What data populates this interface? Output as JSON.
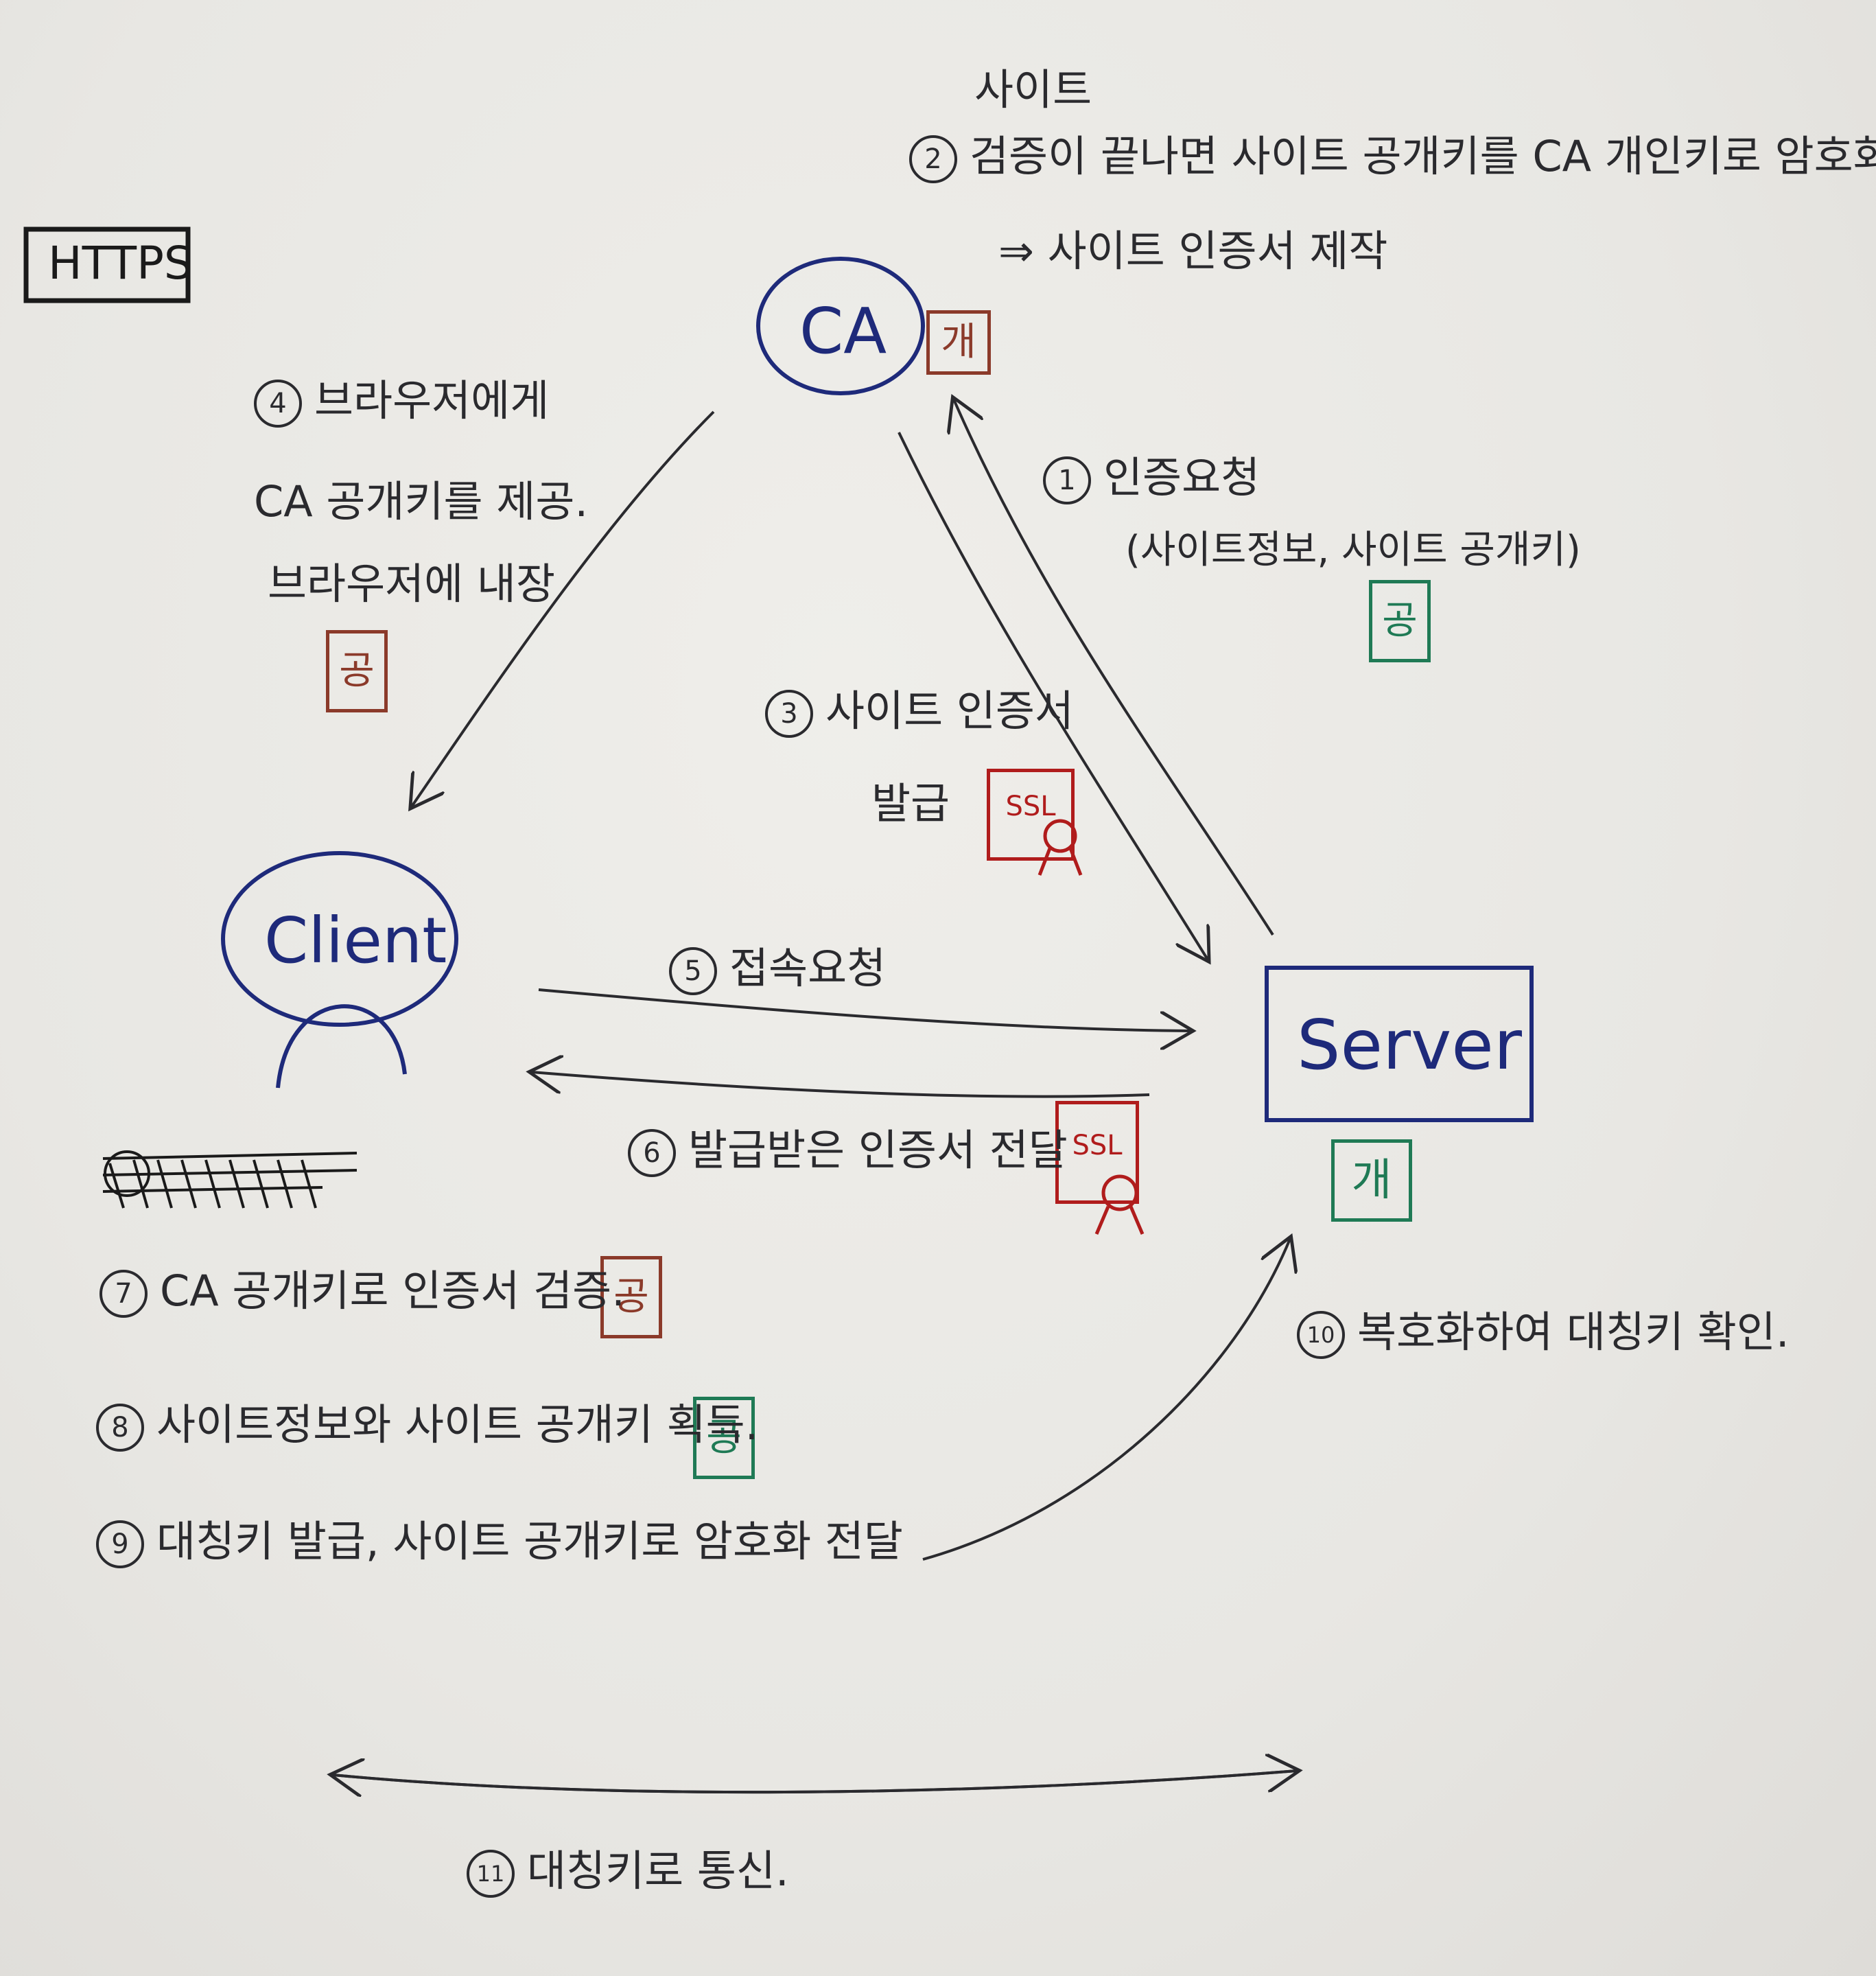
{
  "title": "HTTPS",
  "nodes": {
    "ca": "CA",
    "client": "Client",
    "server": "Server"
  },
  "keys": {
    "private": "개",
    "public": "공",
    "ssl": "SSL"
  },
  "steps": {
    "s1": {
      "num": "1",
      "line1": "인증요청",
      "line2": "(사이트정보, 사이트 공개키)"
    },
    "s2": {
      "top": "사이트",
      "num": "2",
      "line1": "검증이 끝나면   사이트 공개키를 CA 개인키로 암호화",
      "line2": "⇒ 사이트 인증서 제작"
    },
    "s3": {
      "num": "3",
      "line1": "사이트 인증서",
      "line2": "발급"
    },
    "s4": {
      "num": "4",
      "line1": "브라우저에게",
      "line2": "CA 공개키를 제공.",
      "line3": "브라우저에 내장"
    },
    "s5": {
      "num": "5",
      "label": "접속요청"
    },
    "s6": {
      "num": "6",
      "label": "발급받은 인증서 전달"
    },
    "s7": {
      "num": "7",
      "label": "CA 공개키로 인증서 검증."
    },
    "s8": {
      "num": "8",
      "label": "사이트정보와 사이트 공개키 획득."
    },
    "s9": {
      "num": "9",
      "label": "대칭키 발급, 사이트 공개키로 암호화 전달"
    },
    "s10": {
      "num": "10",
      "label": "복호화하여 대칭키 확인."
    },
    "s11": {
      "num": "11",
      "label": "대칭키로 통신."
    }
  },
  "colors": {
    "ink": "#2a2a2e",
    "blue": "#1e2a7a",
    "brown": "#8b3a2a",
    "green": "#1f7a55",
    "red": "#b01c1c"
  }
}
